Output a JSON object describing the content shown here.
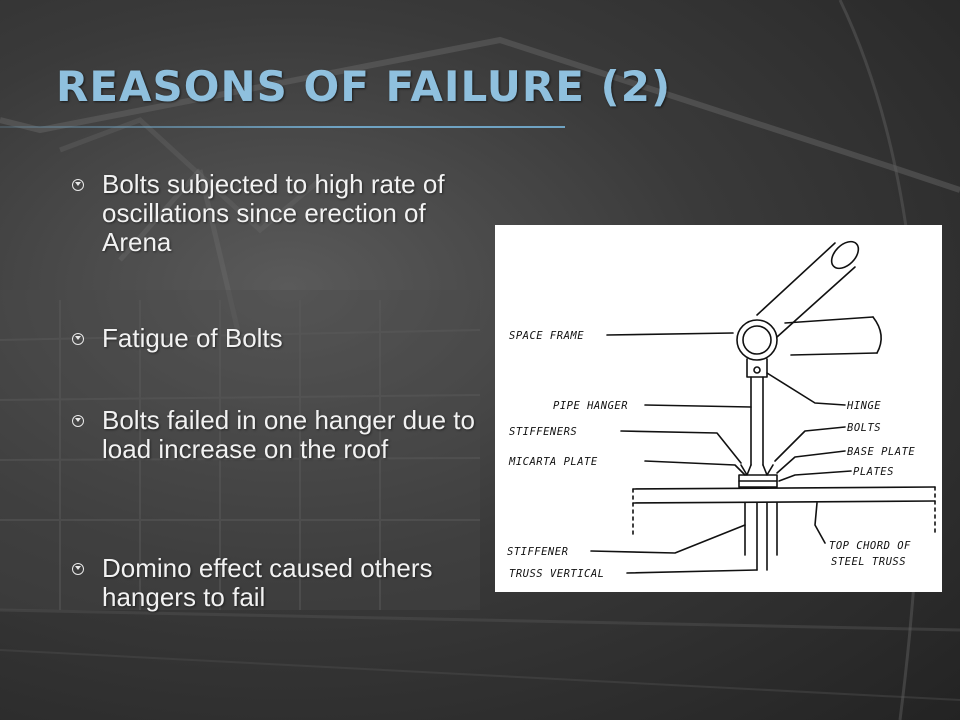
{
  "slide": {
    "title": "Reasons of Failure (2)",
    "bullets": [
      "Bolts subjected to high rate of oscillations since erection of Arena",
      "Fatigue of Bolts",
      "Bolts failed in one hanger due to load increase on the roof",
      "Domino effect caused others hangers to fail"
    ],
    "bullet_icon": "circle-chevron-down-icon"
  },
  "diagram": {
    "labels_left": [
      "SPACE FRAME",
      "PIPE HANGER",
      "STIFFENERS",
      "MICARTA PLATE",
      "STIFFENER",
      "TRUSS VERTICAL"
    ],
    "labels_right": [
      "HINGE",
      "BOLTS",
      "BASE PLATE",
      "PLATES",
      "TOP CHORD OF",
      "STEEL TRUSS"
    ]
  },
  "colors": {
    "title": "#8fc0de",
    "rule": "#6fa3c3",
    "text": "#f2f2f2"
  }
}
